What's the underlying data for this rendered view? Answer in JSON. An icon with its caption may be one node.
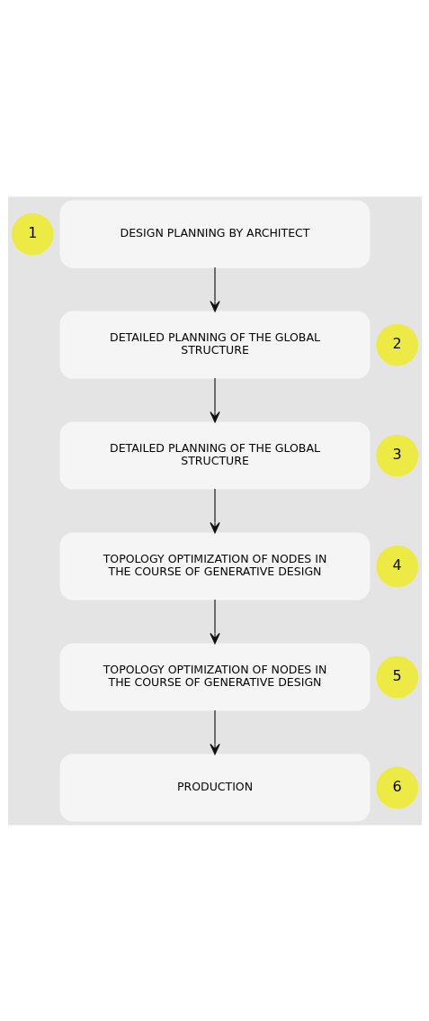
{
  "diagram": {
    "nodes": [
      {
        "text": [
          "1"
        ]
      },
      {
        "text": [
          "DESIGN PLANNING BY ARCHITECT"
        ]
      },
      {
        "text": [
          "2"
        ]
      },
      {
        "text": [
          "DETAILED PLANNING OF THE GLOBAL STRUCTURE"
        ]
      },
      {
        "text": [
          "3"
        ]
      },
      {
        "text": [
          "DETAILED PLANNING OF THE GLOBAL STRUCTURE"
        ]
      },
      {
        "text": [
          "4"
        ]
      },
      {
        "text": [
          "TOPOLOGY OPTIMIZATION OF NODES IN THE COURSE OF GENERATIVE DESIGN"
        ]
      },
      {
        "text": [
          "5"
        ]
      },
      {
        "text": [
          "TOPOLOGY OPTIMIZATION OF NODES IN THE COURSE OF GENERATIVE DESIGN"
        ]
      },
      {
        "text": [
          "6"
        ]
      },
      {
        "text": [
          "PRODUCTION"
        ]
      }
    ],
    "edges": [
      {
        "from": 1,
        "to": 3,
        "arrow": "to"
      },
      {
        "from": 3,
        "to": 5,
        "arrow": "to"
      },
      {
        "from": 5,
        "to": 7,
        "arrow": "to"
      },
      {
        "from": 7,
        "to": 9,
        "arrow": "to"
      },
      {
        "from": 9,
        "to": 11,
        "arrow": "to"
      }
    ]
  }
}
